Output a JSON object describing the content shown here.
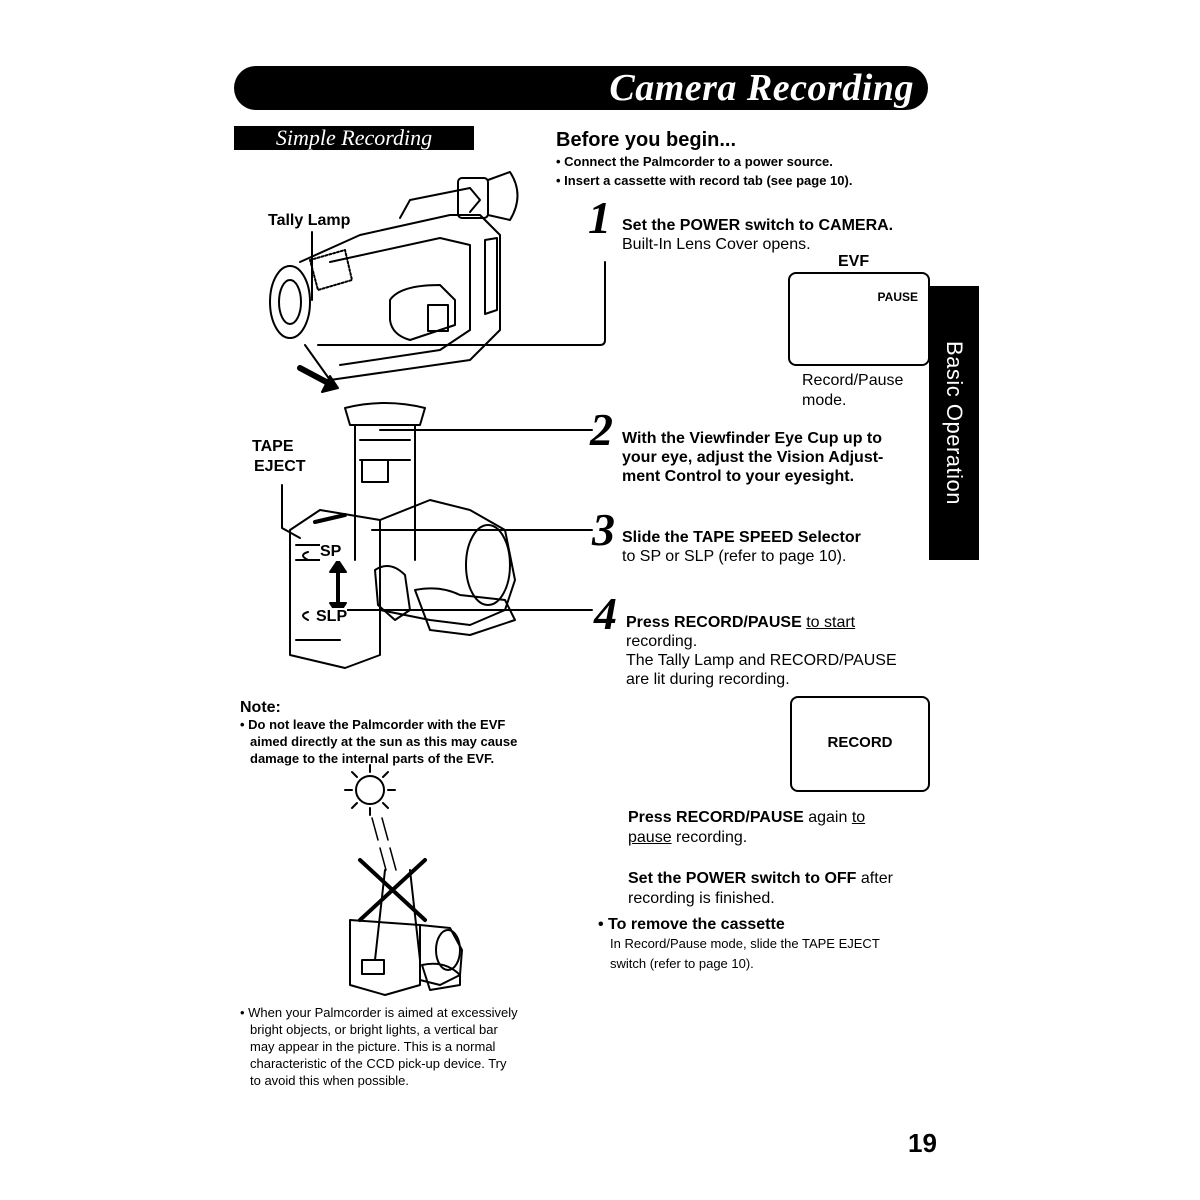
{
  "header": {
    "title": "Camera Recording"
  },
  "section": {
    "heading": "Simple Recording"
  },
  "side_tab": {
    "label": "Basic Operation"
  },
  "before": {
    "heading": "Before you begin...",
    "bullets": [
      "• Connect the Palmcorder to a power source.",
      "• Insert a cassette with record tab (see page 10)."
    ]
  },
  "labels": {
    "tally_lamp": "Tally Lamp",
    "tape": "TAPE",
    "eject": "EJECT",
    "sp": "SP",
    "slp": "SLP",
    "evf": "EVF"
  },
  "steps": {
    "s1": {
      "num": "1",
      "bold": "Set the POWER switch to CAMERA.",
      "line2": "Built-In Lens Cover opens."
    },
    "s2": {
      "num": "2",
      "lines": [
        "With the Viewfinder Eye Cup up to",
        "your eye, adjust the Vision Adjust-",
        "ment Control to your eyesight."
      ]
    },
    "s3": {
      "num": "3",
      "bold": "Slide the TAPE SPEED Selector",
      "line2": "to SP or SLP (refer to page 10)."
    },
    "s4": {
      "num": "4",
      "bold": "Press RECORD/PAUSE",
      "under": "to start",
      "line2": "recording.",
      "line3": "The Tally Lamp and RECORD/PAUSE",
      "line4": "are lit during recording."
    }
  },
  "evf_screen1": {
    "text": "PAUSE",
    "caption1": "Record/Pause",
    "caption2": "mode."
  },
  "evf_screen2": {
    "text": "RECORD"
  },
  "press_again": {
    "bold": "Press RECORD/PAUSE",
    "rest": " again ",
    "under1": "to",
    "under2": "pause",
    "rest2": " recording."
  },
  "power_off": {
    "bold": "Set the POWER switch to OFF",
    "rest": " after",
    "line2": "recording is finished."
  },
  "remove": {
    "heading": "• To remove the cassette",
    "line1": "In Record/Pause mode, slide the TAPE EJECT",
    "line2": "switch (refer to page 10)."
  },
  "note": {
    "heading": "Note:",
    "lines": [
      "• Do not leave the Palmcorder with the EVF",
      "aimed directly at the sun as this may cause",
      "damage to the internal parts of the EVF."
    ]
  },
  "bright_note": {
    "lines": [
      "• When your Palmcorder is aimed at excessively",
      "bright objects, or bright lights, a vertical bar",
      "may appear in the picture. This is a normal",
      "characteristic of the CCD pick-up device. Try",
      "to avoid this when possible."
    ]
  },
  "footer": {
    "page_number": "19"
  }
}
